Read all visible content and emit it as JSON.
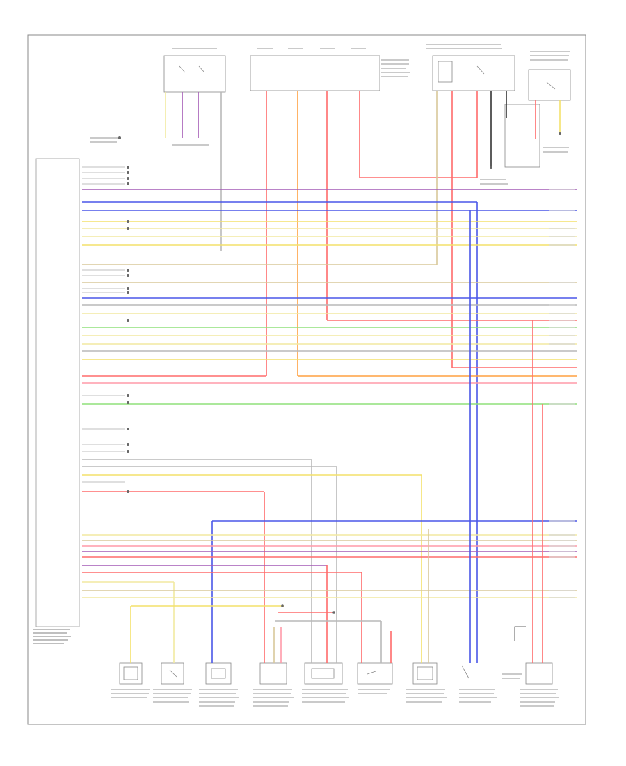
{
  "diagram": {
    "footer_code": "",
    "colors": {
      "red": "#ff6b6b",
      "pink": "#ff9aa8",
      "orange": "#ffa040",
      "yellow": "#f4e16a",
      "pale_yellow": "#f2e9a0",
      "green": "#8fe07a",
      "blue": "#4a57e8",
      "purple": "#a35ab6",
      "gray": "#b9b9b9",
      "tan": "#d8c89a",
      "black": "#333333"
    },
    "bottom_components": [
      {
        "id": "c1",
        "label": ""
      },
      {
        "id": "c2",
        "label": ""
      },
      {
        "id": "c3",
        "label": ""
      },
      {
        "id": "c4",
        "label": ""
      },
      {
        "id": "c5",
        "label": ""
      },
      {
        "id": "c6",
        "label": ""
      },
      {
        "id": "c7",
        "label": ""
      },
      {
        "id": "c8",
        "label": ""
      },
      {
        "id": "c9",
        "label": ""
      }
    ]
  }
}
